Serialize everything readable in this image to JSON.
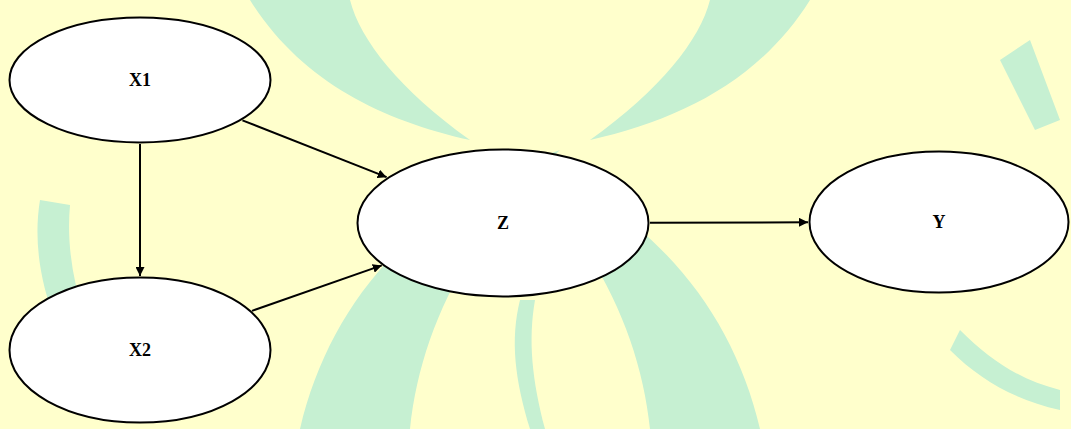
{
  "diagram": {
    "nodes": [
      {
        "text": [
          "X1"
        ]
      },
      {
        "text": [
          "X2"
        ]
      },
      {
        "text": [
          "Z"
        ]
      },
      {
        "text": [
          "Y"
        ]
      }
    ],
    "edges": [
      {
        "from": 0,
        "to": 1,
        "arrow": "to"
      },
      {
        "from": 0,
        "to": 2,
        "arrow": "to"
      },
      {
        "from": 1,
        "to": 2,
        "arrow": "to"
      },
      {
        "from": 2,
        "to": 3,
        "arrow": "to"
      }
    ]
  }
}
